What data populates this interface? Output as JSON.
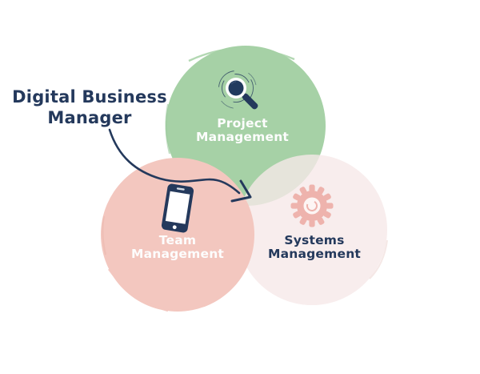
{
  "title": {
    "full": "Digital Business Manager",
    "line1": "Digital Business",
    "line2": "Manager"
  },
  "diagram": {
    "type": "venn",
    "description_role": "three overlapping circles pointed at by annotation arrow",
    "circles": [
      {
        "id": "project",
        "label": "Project Management",
        "label_lines": [
          "Project",
          "Management"
        ],
        "fill_color": "#a6d1a6",
        "text_color": "#fdfdfd",
        "icon": "magnifier-icon",
        "position": "top"
      },
      {
        "id": "team",
        "label": "Team Management",
        "label_lines": [
          "Team",
          "Management"
        ],
        "fill_color": "#f3c7bf",
        "text_color": "#fdfdfd",
        "icon": "smartphone-icon",
        "position": "bottom-left"
      },
      {
        "id": "systems",
        "label": "Systems Management",
        "label_lines": [
          "Systems",
          "Management"
        ],
        "fill_color": "#f8eeec",
        "text_color": "#24395c",
        "icon": "gear-icon",
        "position": "bottom-right"
      }
    ],
    "annotation_arrow": {
      "from": "title",
      "to": "center-overlap",
      "color": "#24395c"
    }
  },
  "colors": {
    "navy": "#24395c",
    "green": "#a6d1a6",
    "pink": "#f3c7bf",
    "light_pink": "#f8eeec",
    "gear_pink": "#eeb3ad",
    "background": "#ffffff",
    "label_white": "#fdfdfd"
  }
}
